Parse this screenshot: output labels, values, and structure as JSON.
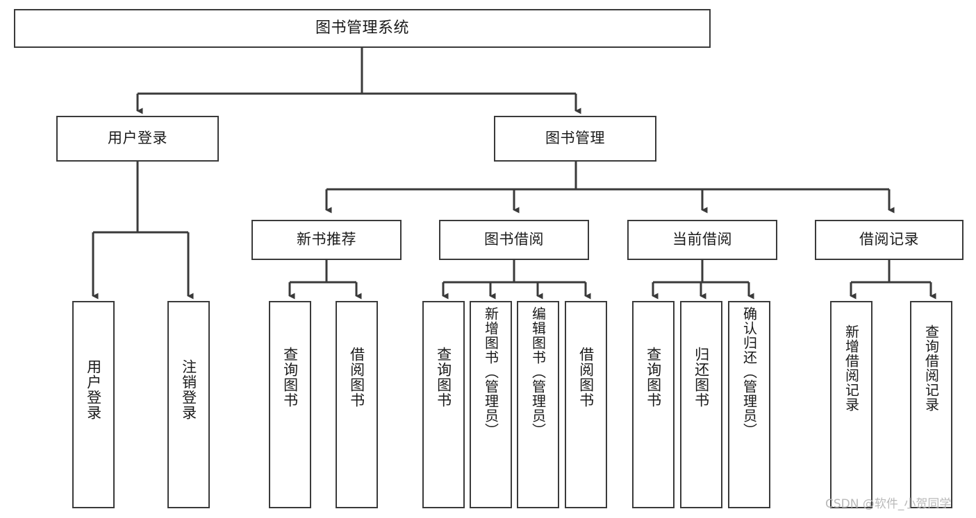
{
  "diagram": {
    "title": "图书管理系统",
    "type": "tree-hierarchy-diagram",
    "colors": {
      "box_border": "#3a3a3a",
      "box_fill": "#ffffff",
      "edge": "#3a3a3a",
      "text": "#1a1a1a",
      "watermark": "#b9b9b9",
      "background": "#ffffff"
    },
    "nodes": {
      "root": {
        "label": "图书管理系统"
      },
      "level2": [
        {
          "label": "用户登录"
        },
        {
          "label": "图书管理"
        }
      ],
      "level3": [
        {
          "label": "新书推荐"
        },
        {
          "label": "图书借阅"
        },
        {
          "label": "当前借阅"
        },
        {
          "label": "借阅记录"
        }
      ],
      "leaves": {
        "user_login": [
          {
            "label": "用户登录"
          },
          {
            "label": "注销登录"
          }
        ],
        "new_book_recommend": [
          {
            "label": "查询图书"
          },
          {
            "label": "借阅图书"
          }
        ],
        "book_borrow": [
          {
            "label": "查询图书"
          },
          {
            "label": "新增图书（管理员）"
          },
          {
            "label": "编辑图书（管理员）"
          },
          {
            "label": "借阅图书"
          }
        ],
        "current_borrow": [
          {
            "label": "查询图书"
          },
          {
            "label": "归还图书"
          },
          {
            "label": "确认归还（管理员）"
          }
        ],
        "borrow_record": [
          {
            "label": "新增借阅记录"
          },
          {
            "label": "查询借阅记录"
          }
        ]
      }
    },
    "watermark": "CSDN @软件_小贺同学"
  }
}
